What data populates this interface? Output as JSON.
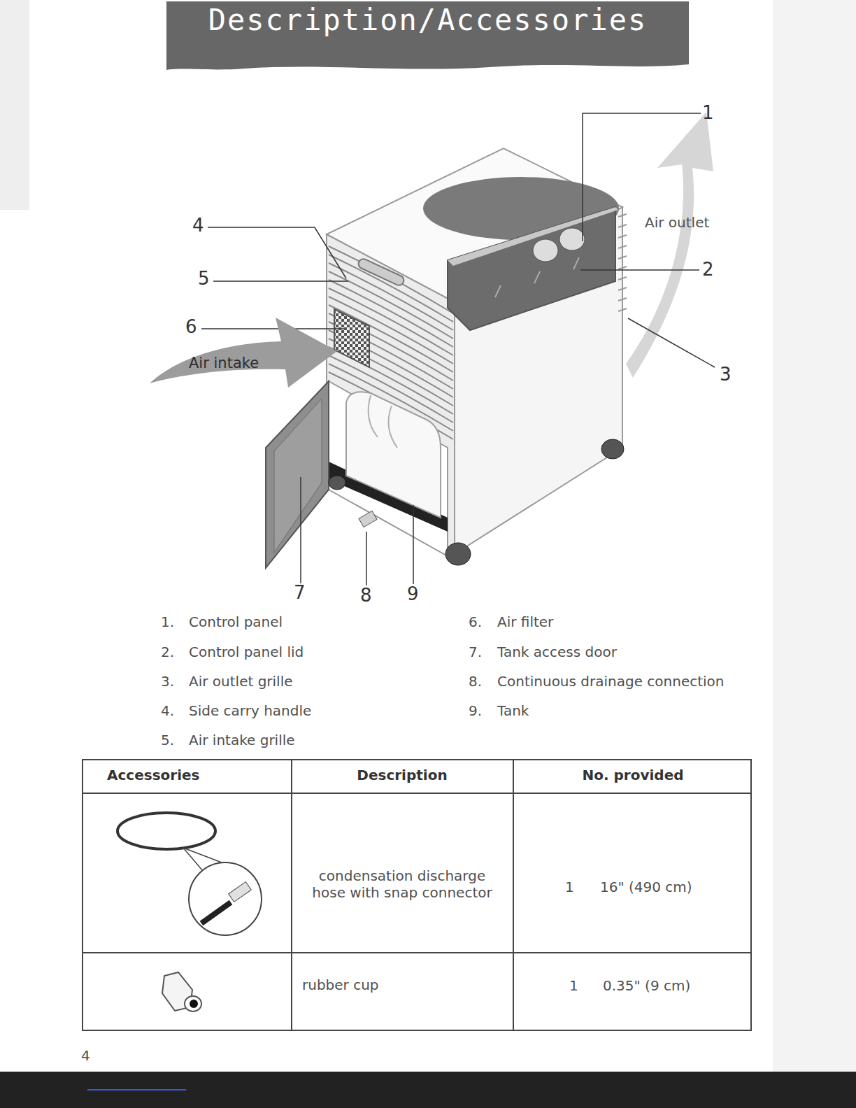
{
  "diagram": {
    "title": "Description/Accessories",
    "nodes": [
      {
        "text": [
          "Air intake"
        ]
      }
    ],
    "labels": [
      "1",
      "Air outlet",
      "2",
      "3",
      "4",
      "5",
      "6",
      "7",
      "8",
      "9",
      "1.",
      "Control panel",
      "2.",
      "Control panel lid",
      "3.",
      "Air outlet grille",
      "4.",
      "Side carry handle",
      "5.",
      "Air intake grille",
      "6.",
      "Air filter",
      "7.",
      "Tank access door",
      "8.",
      "Continuous drainage connection",
      "9.",
      "Tank",
      "Accessories",
      "Description",
      "No. provided",
      "condensation discharge hose with snap connector",
      "1",
      "16\" (490 cm)",
      "rubber cup",
      "1",
      "0.35\" (9 cm)",
      "4"
    ]
  }
}
